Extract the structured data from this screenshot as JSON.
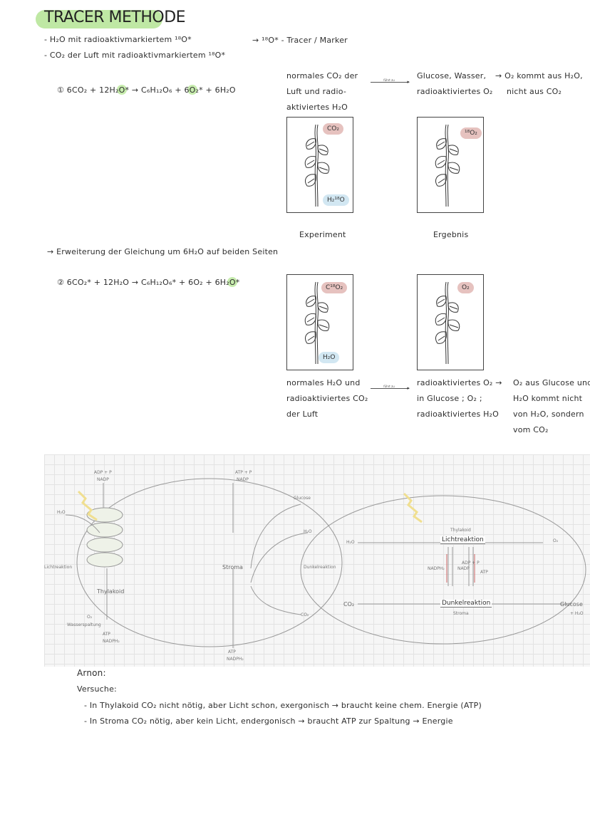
{
  "title": "TRACER METHODE",
  "intro": {
    "line1": "- H₂O mit radioaktivmarkiertem ¹⁸O*",
    "line2": "- CO₂ der Luft mit radioaktivmarkiertem ¹⁸O*",
    "tracer_note": "→ ¹⁸O* - Tracer / Marker"
  },
  "eq1": {
    "number": "①",
    "left": "6CO₂ + 12H₂",
    "o_mark": "O*",
    "mid": " → C₆H₁₂O₆ + 6",
    "o2_mark": "O₂*",
    "right": " + 6H₂O"
  },
  "exp1": {
    "input_text": [
      "normales CO₂ der",
      "Luft und radio-",
      "aktiviertes H₂O"
    ],
    "arrow_label": "führt zu",
    "output_text": [
      "Glucose, Wasser,",
      "radioaktiviertes O₂"
    ],
    "conclusion": [
      "→ O₂ kommt aus H₂O,",
      "nicht aus CO₂"
    ],
    "frame1_top_tag": "CO₂",
    "frame1_bottom_tag": "H₂¹⁸O",
    "frame2_top_tag": "¹⁸O₂",
    "caption_experiment": "Experiment",
    "caption_result": "Ergebnis"
  },
  "extension_note": "→ Erweiterung der Gleichung um 6H₂O auf beiden Seiten",
  "eq2": {
    "number": "②",
    "left": "6CO₂* + 12H₂O → C₆H₁₂O₆* + 6O₂ + 6H₂",
    "o_mark": "O*"
  },
  "exp2": {
    "frame1_top_tag": "C¹⁸O₂",
    "frame1_bottom_tag": "H₂O",
    "frame2_top_tag": "O₂",
    "input_text": [
      "normales H₂O und",
      "radioaktiviertes CO₂",
      "der Luft"
    ],
    "arrow_label": "führt zu",
    "output_text": [
      "radioaktiviertes O₂ →",
      "in Glucose ; O₂ ;",
      "radioaktiviertes H₂O"
    ],
    "conclusion": [
      "O₂ aus Glucose und",
      "H₂O kommt nicht",
      "von H₂O, sondern",
      "vom CO₂"
    ]
  },
  "diagram_left": {
    "adp_p": "ADP + P",
    "nadp_top": "NADP",
    "atp_p": "ATP + P",
    "nadp_right": "NADP",
    "glucose": "Glucose",
    "h2o_left": "H₂O",
    "h2o_right": "H₂O",
    "lichtreaktion": "Lichtreaktion",
    "stroma": "Stroma",
    "dunkelreaktion": "Dunkelreaktion",
    "thylakoid": "Thylakoid",
    "co2": "CO₂",
    "o2": "O₂",
    "wasserspaltung": "Wasserspaltung",
    "atp_bottom": "ATP",
    "nadph_bottom": "NADPH₂",
    "atp_right": "ATP",
    "nadph_right": "NADPH₂"
  },
  "diagram_right": {
    "h2o": "H₂O",
    "thylakoid": "Thylakoid",
    "lichtreaktion": "Lichtreaktion",
    "o2": "O₂",
    "nadph": "NADPH₂",
    "nadp": "NADP",
    "adp": "ADP + P",
    "atp": "ATP",
    "co2": "CO₂",
    "dunkelreaktion": "Dunkelreaktion",
    "stroma": "Stroma",
    "glucose": "Glucose",
    "h2o_out": "+ H₂O"
  },
  "notes": {
    "heading": "Arnon:",
    "sub": "Versuche:",
    "line1": "- In Thylakoid CO₂ nicht nötig, aber Licht schon, exergonisch → braucht keine chem. Energie (ATP)",
    "line2": "- In Stroma CO₂ nötig, aber kein Licht, endergonisch → braucht ATP zur Spaltung → Energie"
  },
  "colors": {
    "highlight_green": "#bfe8a4",
    "tag_rose": "#e6c2bf",
    "tag_blue": "#d2e7f2",
    "sun_yellow": "#f3e18a"
  }
}
